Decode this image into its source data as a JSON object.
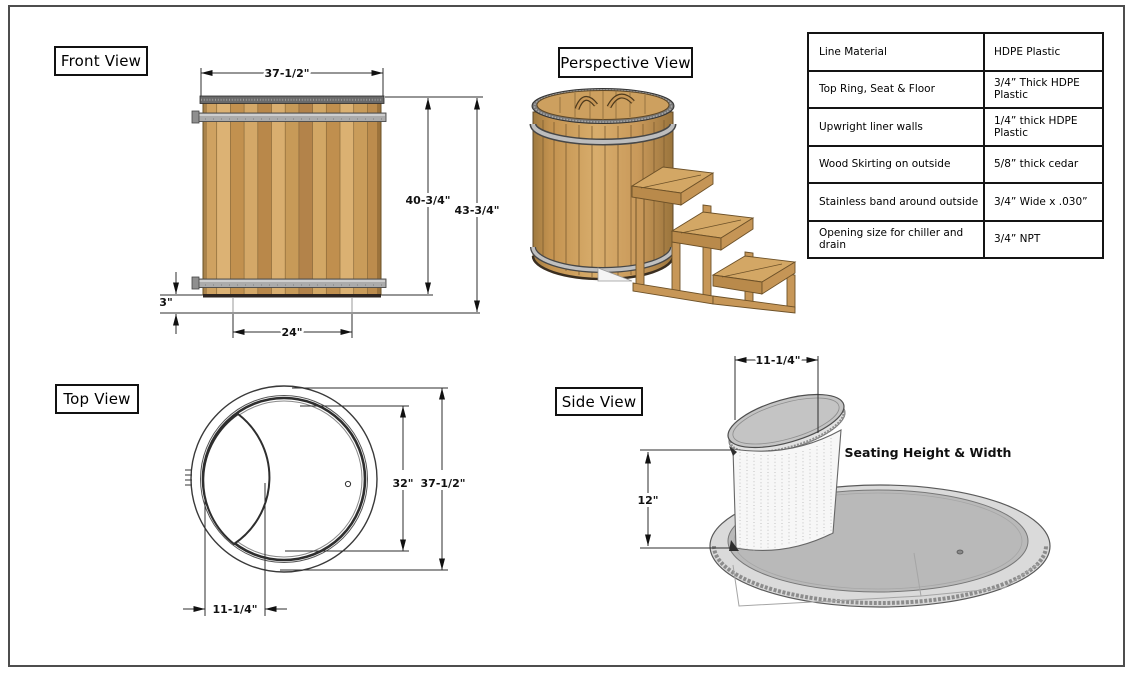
{
  "front_view": {
    "label": "Front View",
    "dim_top_width": "37-1/2\"",
    "dim_inner_height": "40-3/4\"",
    "dim_total_height": "43-3/4\"",
    "dim_skirt_gap": "3\"",
    "dim_base_width": "24\""
  },
  "perspective_view": {
    "label": "Perspective View"
  },
  "top_view": {
    "label": "Top View",
    "dim_inner_diameter": "32\"",
    "dim_outer_diameter": "37-1/2\"",
    "dim_seat_width": "11-1/4\""
  },
  "side_view": {
    "label": "Side View",
    "dim_seat_width": "11-1/4\"",
    "dim_seat_height": "12\"",
    "annotation": "Seating Height & Width"
  },
  "spec_table": {
    "rows": [
      {
        "item": "Line Material",
        "spec": "HDPE Plastic"
      },
      {
        "item": "Top Ring, Seat & Floor",
        "spec": "3/4” Thick HDPE Plastic"
      },
      {
        "item": "Upwright liner walls",
        "spec": "1/4” thick HDPE Plastic"
      },
      {
        "item": "Wood Skirting on outside",
        "spec": "5/8” thick cedar"
      },
      {
        "item": "Stainless band around outside",
        "spec": "3/4” Wide x .030”"
      },
      {
        "item": "Opening size for chiller and drain",
        "spec": "3/4” NPT"
      }
    ]
  },
  "colors": {
    "wood": "#c79a58",
    "metal_band": "#ababab",
    "floor_gray": "#b9b9b9",
    "rim_gray": "#dadada",
    "line": "#111111"
  }
}
